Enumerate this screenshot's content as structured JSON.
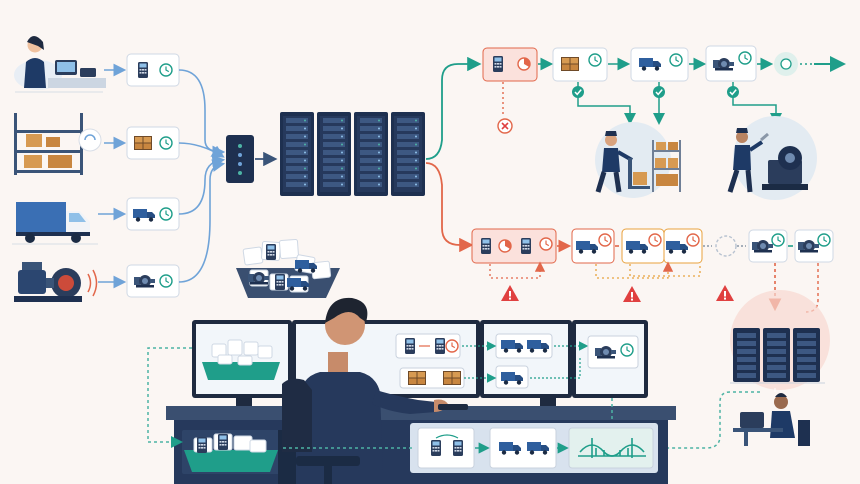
{
  "diagram": {
    "title": "",
    "sources": [
      {
        "id": "pos",
        "icon": "pos-terminal-icon"
      },
      {
        "id": "warehouse",
        "icon": "pallet-boxes-icon"
      },
      {
        "id": "truck",
        "icon": "delivery-truck-icon"
      },
      {
        "id": "machine",
        "icon": "industrial-pump-icon"
      }
    ],
    "hub": {
      "icon": "network-gateway-icon"
    },
    "server_rack_count": 4,
    "success_flow": {
      "steps": [
        "pos-terminal-icon",
        "pallet-boxes-icon",
        "delivery-truck-icon",
        "industrial-pump-icon"
      ],
      "outcome": "checkmark-icon",
      "failure": "error-x-icon"
    },
    "retry_flow": {
      "steps": [
        "pos-terminal-icon",
        "pos-terminal-icon",
        "delivery-truck-icon",
        "delivery-truck-icon",
        "delivery-truck-icon",
        "industrial-pump-icon",
        "industrial-pump-icon"
      ],
      "alerts": 3
    },
    "colors": {
      "success": "#1f9e8a",
      "retry": "#e2674a",
      "warning": "#e04040",
      "ingest": "#6fa3d8",
      "dotted_link": "#4db3a4",
      "navy": "#1e3050"
    }
  }
}
